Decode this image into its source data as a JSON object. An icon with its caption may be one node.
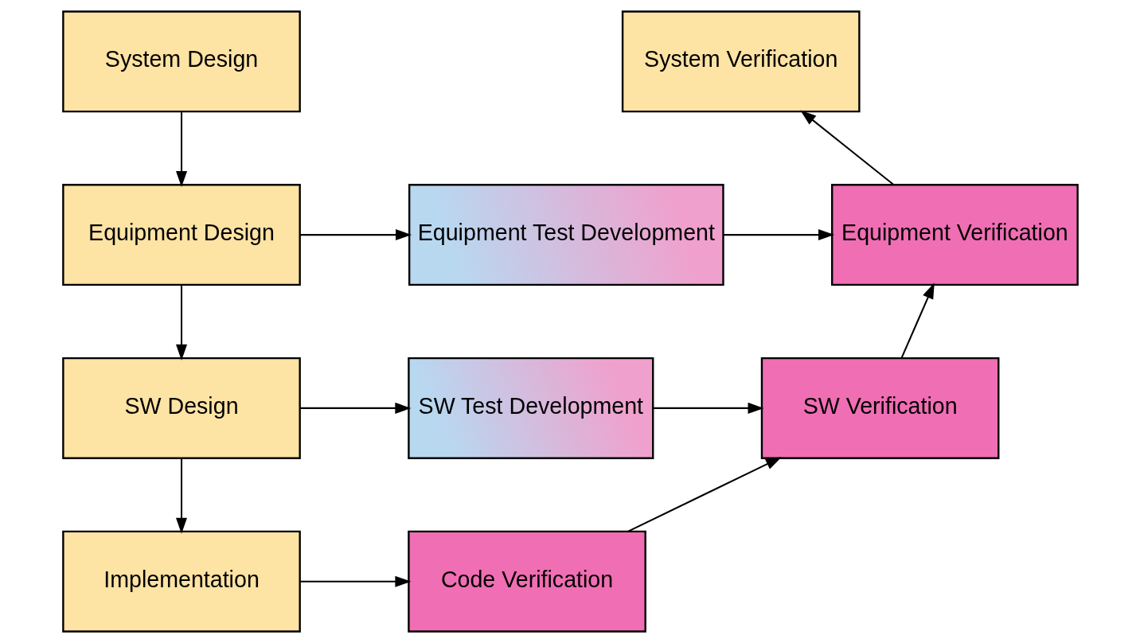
{
  "diagram": {
    "nodes": [
      {
        "text": [
          "System Design"
        ]
      },
      {
        "text": [
          "System Verification"
        ]
      },
      {
        "text": [
          "Equipment Design"
        ]
      },
      {
        "text": [
          "Equipment Test Development"
        ]
      },
      {
        "text": [
          "Equipment Verification"
        ]
      },
      {
        "text": [
          "SW Design"
        ]
      },
      {
        "text": [
          "SW Test Development"
        ]
      },
      {
        "text": [
          "SW Verification"
        ]
      },
      {
        "text": [
          "Implementation"
        ]
      },
      {
        "text": [
          "Code Verification"
        ]
      }
    ],
    "edges": [
      {
        "from": 0,
        "to": 2,
        "arrow": "to"
      },
      {
        "from": 2,
        "to": 3,
        "arrow": "to"
      },
      {
        "from": 3,
        "to": 4,
        "arrow": "to"
      },
      {
        "from": 4,
        "to": 1,
        "arrow": "to"
      },
      {
        "from": 2,
        "to": 5,
        "arrow": "to"
      },
      {
        "from": 5,
        "to": 6,
        "arrow": "to"
      },
      {
        "from": 6,
        "to": 7,
        "arrow": "to"
      },
      {
        "from": 7,
        "to": 4,
        "arrow": "to"
      },
      {
        "from": 5,
        "to": 8,
        "arrow": "to"
      },
      {
        "from": 8,
        "to": 9,
        "arrow": "to"
      },
      {
        "from": 9,
        "to": 7,
        "arrow": "to"
      }
    ]
  }
}
